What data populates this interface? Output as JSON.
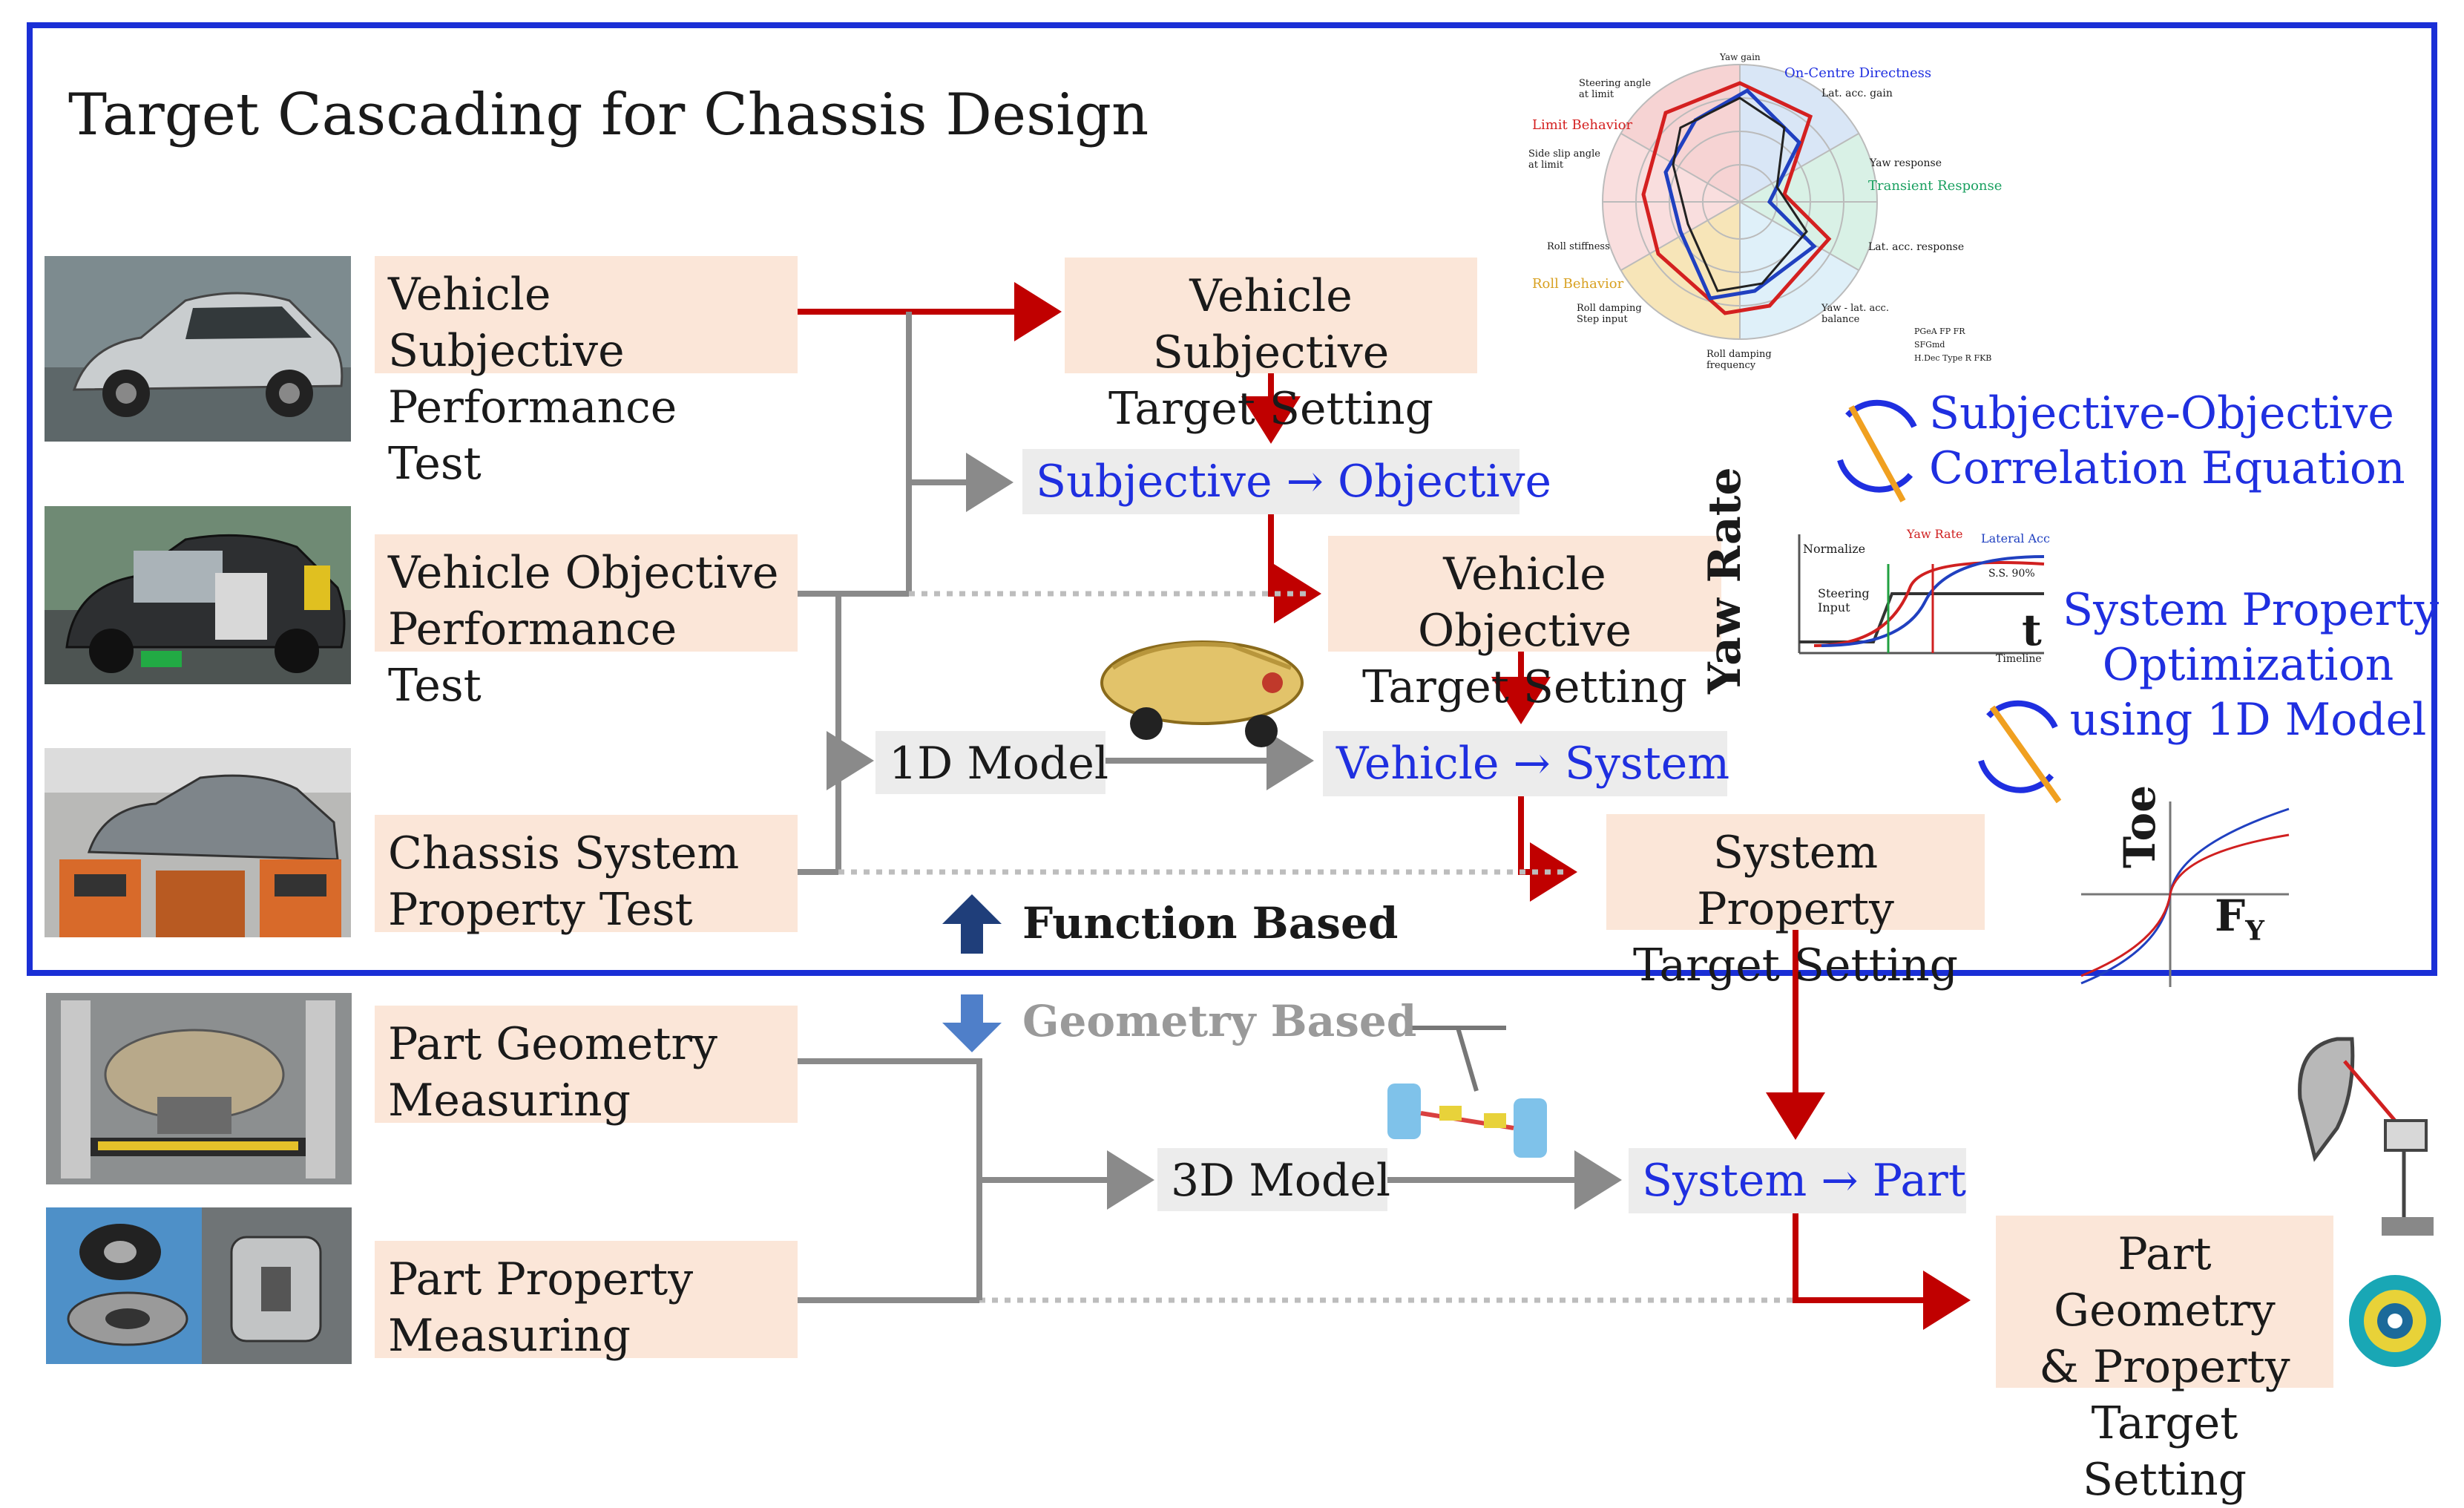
{
  "title": "Target Cascading for Chassis Design",
  "tests": {
    "subjective_test": [
      "Vehicle Subjective",
      "Performance Test"
    ],
    "objective_test": [
      "Vehicle Objective",
      "Performance Test"
    ],
    "system_test": [
      "Chassis System",
      "Property Test"
    ],
    "part_geometry": [
      "Part Geometry",
      "Measuring"
    ],
    "part_property": [
      "Part Property",
      "Measuring"
    ]
  },
  "targets": {
    "subjective_target": [
      "Vehicle Subjective",
      "Target Setting"
    ],
    "objective_target": [
      "Vehicle Objective",
      "Target Setting"
    ],
    "system_target": [
      "System Property",
      "Target Setting"
    ],
    "part_target": [
      "Part Geometry",
      "& Property",
      "Target Setting"
    ]
  },
  "transforms": {
    "subj_obj": "Subjective → Objective",
    "veh_sys": "Vehicle → System",
    "sys_part": "System → Part"
  },
  "models": {
    "model_1d": "1D Model",
    "model_3d": "3D Model"
  },
  "methods": {
    "correlation": [
      "Subjective-Objective",
      "Correlation Equation"
    ],
    "optimization": [
      "System Property",
      "Optimization",
      "using 1D Model"
    ]
  },
  "bases": {
    "function": "Function Based",
    "geometry": "Geometry Based"
  },
  "radar": {
    "top": "Yaw gain",
    "on_centre": "On-Centre Directness",
    "lat_acc_gain": "Lat. acc. gain",
    "steer_limit": "Steering angle at limit",
    "limit_behavior": "Limit Behavior",
    "side_slip": "Side slip angle at limit",
    "yaw_response": "Yaw response",
    "transient": "Transient Response",
    "roll_stiffness": "Roll stiffness",
    "lat_acc_response": "Lat. acc. response",
    "roll_behavior": "Roll Behavior",
    "roll_damping_step": "Roll damping Step input",
    "yaw_lat_balance": "Yaw - lat. acc. balance",
    "roll_damping_freq": "Roll damping frequency",
    "legend": [
      "PGeA FP FR",
      "SFGmd",
      "H.Dec Type R FKB"
    ]
  },
  "yaw_plot": {
    "ylabel": "Yaw Rate",
    "xlabel": "t",
    "normalize": "Normalize",
    "steering_input": "Steering Input",
    "yaw_rate": "Yaw Rate",
    "lateral_acc": "Lateral Acc",
    "ss": "S.S. 90%",
    "timeline": "Timeline"
  },
  "toe_plot": {
    "ylabel": "Toe",
    "xlabel": "F",
    "xlabel_sub": "Y"
  },
  "colors": {
    "frame": "#1a2fd6",
    "red_arrow": "#c00000",
    "grey_arrow": "#8a8a8a",
    "box_peach": "#fbe6d8",
    "box_grey": "#ececec",
    "blue_text": "#1f2fe0",
    "up_arrow": "#1f3e7a",
    "down_arrow": "#4f7fc9"
  }
}
